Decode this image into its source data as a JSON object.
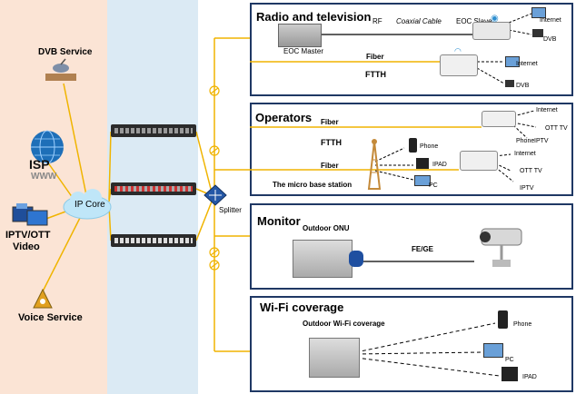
{
  "left": {
    "dvb": "DVB Service",
    "isp": "ISP",
    "www": "WWW",
    "iptv_line1": "IPTV/OTT",
    "iptv_line2": "Video",
    "voice": "Voice Service",
    "ip_core": "IP Core"
  },
  "splitter": "Splitter",
  "radio": {
    "title": "Radio and television",
    "rf": "RF",
    "coax": "Coaxial Cable",
    "eoc_slave": "EOC Slave",
    "eoc_master": "EOC Master",
    "fiber": "Fiber",
    "ftth": "FTTH",
    "internet_top": "Internet",
    "dvb_top": "DVB",
    "internet_low": "Internet",
    "dvb_low": "DVB"
  },
  "operators": {
    "title": "Operators",
    "fiber1": "Fiber",
    "ftth": "FTTH",
    "fiber2": "Fiber",
    "base_station": "The micro base station",
    "phone": "Phone",
    "ipad": "IPAD",
    "pc": "PC",
    "internet1": "Internet",
    "ott1": "OTT TV",
    "phone2": "Phone",
    "iptv1": "IPTV",
    "internet2": "Internet",
    "ott2": "OTT TV",
    "iptv2": "IPTV"
  },
  "monitor": {
    "title": "Monitor",
    "onu": "Outdoor ONU",
    "link": "FE/GE"
  },
  "wifi": {
    "title": "Wi-Fi coverage",
    "outdoor": "Outdoor Wi-Fi coverage",
    "phone": "Phone",
    "pc": "PC",
    "ipad": "IPAD"
  }
}
